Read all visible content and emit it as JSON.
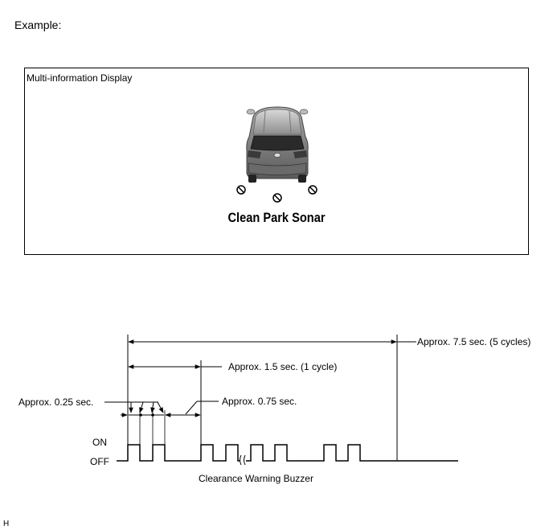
{
  "example_label": "Example:",
  "display": {
    "title": "Multi-information Display",
    "warning_text": "Clean Park Sonar",
    "sensor_icon": "sensor-prohibited-icon",
    "car_icon": "vehicle-rear-view-icon"
  },
  "timing": {
    "total_label": "Approx. 7.5 sec. (5 cycles)",
    "cycle_label": "Approx. 1.5 sec. (1 cycle)",
    "short_label": "Approx. 0.25 sec.",
    "gap_label": "Approx. 0.75 sec.",
    "on_label": "ON",
    "off_label": "OFF",
    "caption": "Clearance Warning Buzzer"
  },
  "footer_mark": "H"
}
